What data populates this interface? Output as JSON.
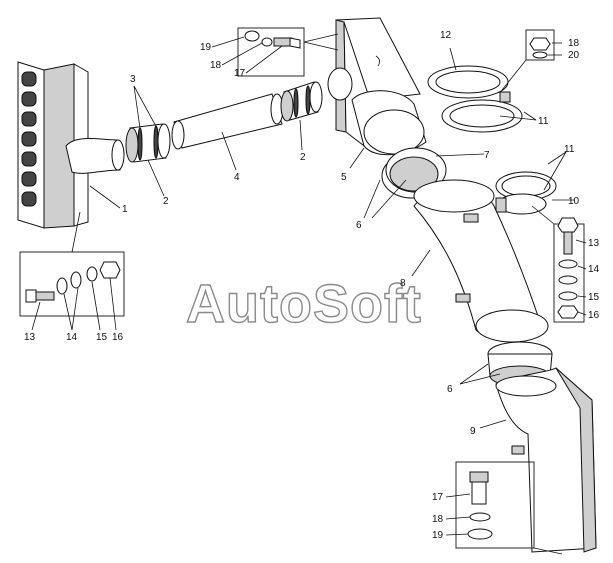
{
  "watermark": "AutoSoft",
  "callouts": {
    "c1": "1",
    "c2a": "2",
    "c2b": "2",
    "c3": "3",
    "c4": "4",
    "c5": "5",
    "c6a": "6",
    "c6b": "6",
    "c7": "7",
    "c8": "8",
    "c9": "9",
    "c10": "10",
    "c11a": "11",
    "c11b": "11",
    "c12": "12",
    "t_left_13": "13",
    "t_left_14": "14",
    "t_left_15": "15",
    "t_left_16": "16",
    "t_top_19": "19",
    "t_top_18": "18",
    "t_top_17": "17",
    "t_tr_18": "18",
    "t_tr_20": "20",
    "t_right_13": "13",
    "t_right_14": "14",
    "t_right_15": "15",
    "t_right_16": "16",
    "t_bot_17": "17",
    "t_bot_18": "18",
    "t_bot_19": "19"
  }
}
